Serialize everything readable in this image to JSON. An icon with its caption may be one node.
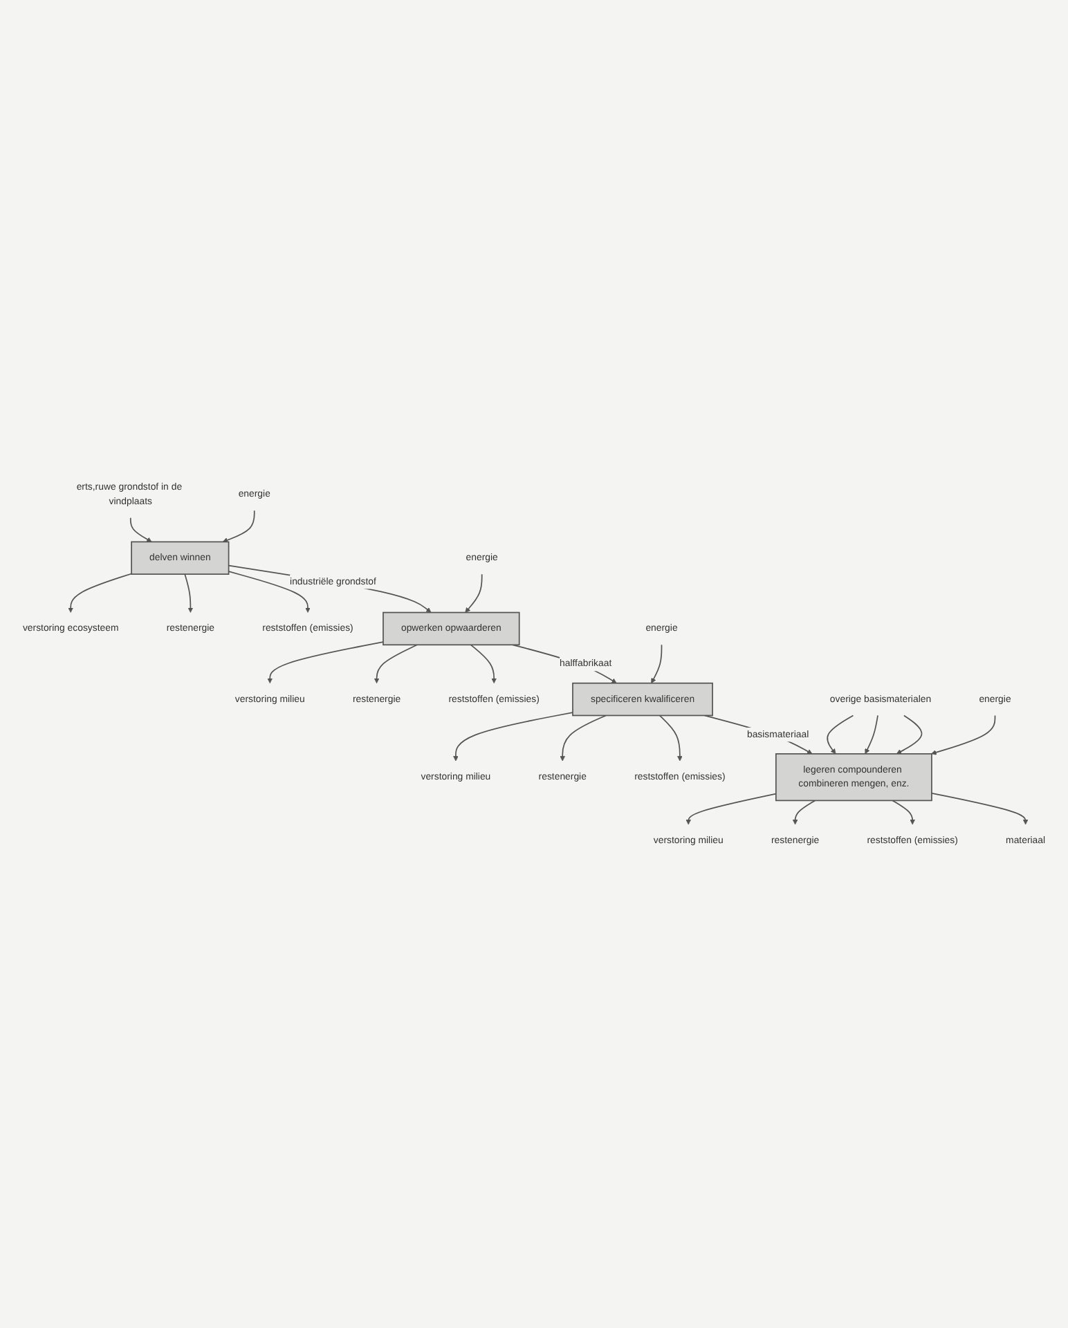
{
  "diagram": {
    "nodes": [
      {
        "text": [
          "erts,ruwe grondstof in de vindplaats"
        ]
      },
      {
        "text": [
          "energie"
        ]
      },
      {
        "text": [
          "delven winnen"
        ]
      },
      {
        "text": [
          "verstoring ecosysteem"
        ]
      },
      {
        "text": [
          "restenergie"
        ]
      },
      {
        "text": [
          "reststoffen (emissies)"
        ]
      },
      {
        "text": [
          "energie"
        ]
      },
      {
        "text": [
          "opwerken opwaarderen"
        ]
      },
      {
        "text": [
          "verstoring milieu"
        ]
      },
      {
        "text": [
          "restenergie"
        ]
      },
      {
        "text": [
          "reststoffen (emissies)"
        ]
      },
      {
        "text": [
          "energie"
        ]
      },
      {
        "text": [
          "specificeren kwalificeren"
        ]
      },
      {
        "text": [
          "verstoring milieu"
        ]
      },
      {
        "text": [
          "restenergie"
        ]
      },
      {
        "text": [
          "reststoffen (emissies)"
        ]
      },
      {
        "text": [
          "overige basismaterialen"
        ]
      },
      {
        "text": [
          "energie"
        ]
      },
      {
        "text": [
          "legeren compounderen combineren mengen, enz."
        ]
      },
      {
        "text": [
          "verstoring milieu"
        ]
      },
      {
        "text": [
          "restenergie"
        ]
      },
      {
        "text": [
          "reststoffen (emissies)"
        ]
      },
      {
        "text": [
          "materiaal"
        ]
      }
    ],
    "edges": [
      {
        "from": 0,
        "to": 2,
        "arrow": "to"
      },
      {
        "from": 1,
        "to": 2,
        "arrow": "to"
      },
      {
        "from": 2,
        "to": 3,
        "arrow": "to"
      },
      {
        "from": 2,
        "to": 4,
        "arrow": "to"
      },
      {
        "from": 2,
        "to": 5,
        "arrow": "to"
      },
      {
        "from": 2,
        "to": 7,
        "arrow": "to",
        "label": "industriële grondstof"
      },
      {
        "from": 6,
        "to": 7,
        "arrow": "to"
      },
      {
        "from": 7,
        "to": 8,
        "arrow": "to"
      },
      {
        "from": 7,
        "to": 9,
        "arrow": "to"
      },
      {
        "from": 7,
        "to": 10,
        "arrow": "to"
      },
      {
        "from": 7,
        "to": 12,
        "arrow": "to",
        "label": "halffabrikaat"
      },
      {
        "from": 11,
        "to": 12,
        "arrow": "to"
      },
      {
        "from": 12,
        "to": 13,
        "arrow": "to"
      },
      {
        "from": 12,
        "to": 14,
        "arrow": "to"
      },
      {
        "from": 12,
        "to": 15,
        "arrow": "to"
      },
      {
        "from": 12,
        "to": 18,
        "arrow": "to",
        "label": "basismateriaal"
      },
      {
        "from": 16,
        "to": 18,
        "arrow": "to"
      },
      {
        "from": 16,
        "to": 18,
        "arrow": "to"
      },
      {
        "from": 16,
        "to": 18,
        "arrow": "to"
      },
      {
        "from": 17,
        "to": 18,
        "arrow": "to"
      },
      {
        "from": 18,
        "to": 19,
        "arrow": "to"
      },
      {
        "from": 18,
        "to": 20,
        "arrow": "to"
      },
      {
        "from": 18,
        "to": 21,
        "arrow": "to"
      },
      {
        "from": 18,
        "to": 22,
        "arrow": "to"
      }
    ]
  }
}
